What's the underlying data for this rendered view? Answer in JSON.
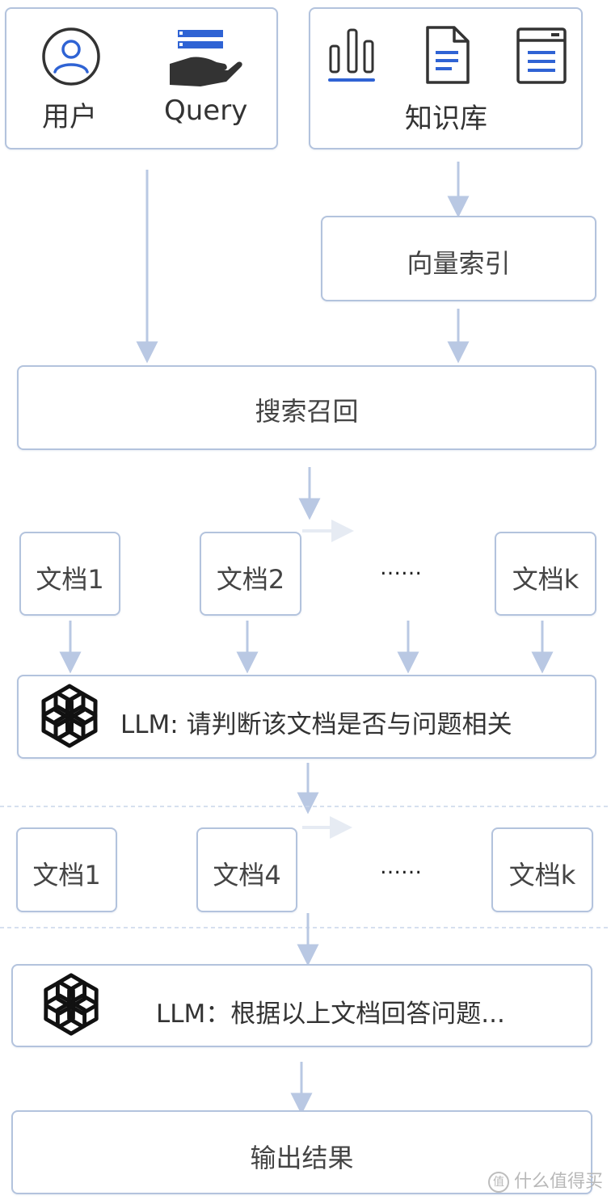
{
  "top": {
    "user_label": "用户",
    "query_label": "Query",
    "kb_label": "知识库"
  },
  "steps": {
    "vector_index": "向量索引",
    "search_recall": "搜索召回",
    "llm_filter": "LLM: 请判断该文档是否与问题相关",
    "llm_answer": "LLM：根据以上文档回答问题...",
    "output": "输出结果"
  },
  "docs_row1": [
    "文档1",
    "文档2",
    "……",
    "文档k"
  ],
  "docs_row2": [
    "文档1",
    "文档4",
    "……",
    "文档k"
  ],
  "watermark": {
    "badge": "值",
    "text": "什么值得买"
  },
  "colors": {
    "border": "#b3c3dd",
    "arrow": "#b9c8e3",
    "dashed": "#c9d6ea",
    "icon_blue": "#2f63d4",
    "icon_dark": "#333333"
  }
}
